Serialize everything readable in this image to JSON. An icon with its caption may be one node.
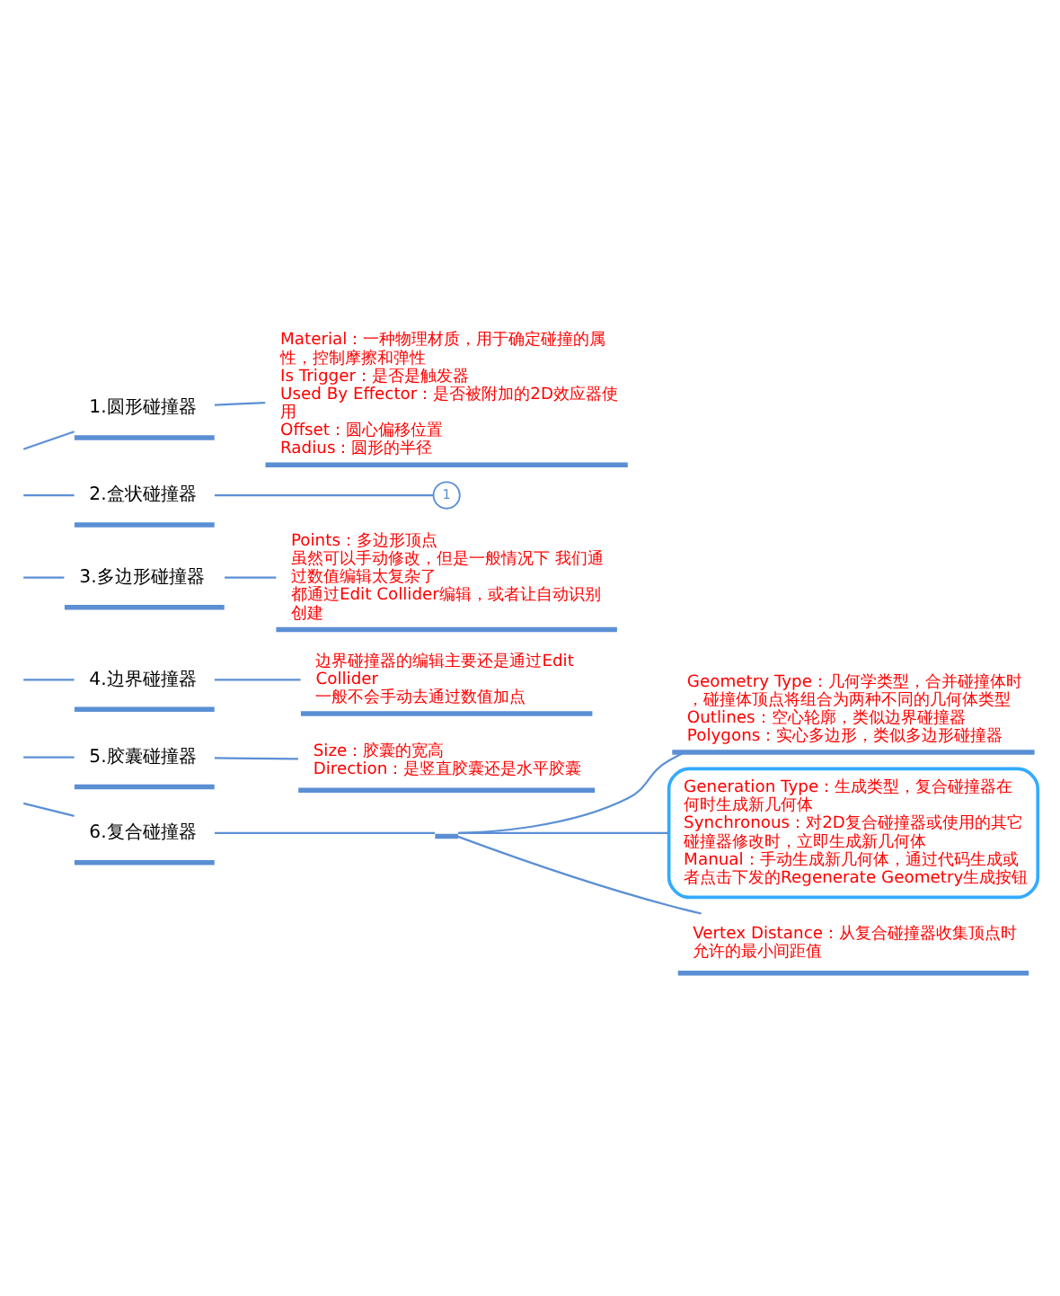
{
  "diagram": {
    "nodes": [
      {
        "text": [
          "1.圆形碰撞器"
        ]
      },
      {
        "text": [
          "Material：一种物理材质，用于确定碰撞的属性，控制摩擦和弹性",
          "Is Trigger：是否是触发器",
          "Used By Effector：是否被附加的2D效应器使用",
          "Offset：圆心偏移位置",
          "Radius：圆形的半径"
        ]
      },
      {
        "text": [
          "2.盒状碰撞器"
        ]
      },
      {
        "text": [
          "1"
        ]
      },
      {
        "text": [
          "3.多边形碰撞器"
        ]
      },
      {
        "text": [
          "Points：多边形顶点",
          "虽然可以手动修改，但是一般情况下 我们通过数值编辑太复杂了",
          "都通过Edit Collider编辑，或者让自动识别创建"
        ]
      },
      {
        "text": [
          "4.边界碰撞器"
        ]
      },
      {
        "text": [
          "边界碰撞器的编辑主要还是通过Edit Collider",
          "一般不会手动去通过数值加点"
        ]
      },
      {
        "text": [
          "5.胶囊碰撞器"
        ]
      },
      {
        "text": [
          "Size：胶囊的宽高",
          "Direction：是竖直胶囊还是水平胶囊"
        ]
      },
      {
        "text": [
          "6.复合碰撞器"
        ]
      },
      {
        "text": [],
        "shape": "bar"
      },
      {
        "text": [
          "Geometry Type：几何学类型，合并碰撞体时，碰撞体顶点将组合为两种不同的几何体类型",
          "Outlines：空心轮廓，类似边界碰撞器",
          "Polygons：实心多边形，类似多边形碰撞器"
        ]
      },
      {
        "text": [
          "Generation Type：生成类型，复合碰撞器在何时生成新几何体",
          "Synchronous：对2D复合碰撞器或使用的其它碰撞器修改时，立即生成新几何体",
          "Manual：手动生成新几何体，通过代码生成或者点击下发的Regenerate Geometry生成按钮"
        ]
      },
      {
        "text": [
          "Vertex Distance：从复合碰撞器收集顶点时允许的最小间距值"
        ]
      }
    ],
    "edges": [
      {
        "from": null,
        "to": 0,
        "arrow": "none"
      },
      {
        "from": 0,
        "to": 1,
        "arrow": "none"
      },
      {
        "from": null,
        "to": 2,
        "arrow": "none"
      },
      {
        "from": 2,
        "to": 3,
        "arrow": "none"
      },
      {
        "from": null,
        "to": 4,
        "arrow": "none"
      },
      {
        "from": 4,
        "to": 5,
        "arrow": "none"
      },
      {
        "from": null,
        "to": 6,
        "arrow": "none"
      },
      {
        "from": 6,
        "to": 7,
        "arrow": "none"
      },
      {
        "from": null,
        "to": 8,
        "arrow": "none"
      },
      {
        "from": 8,
        "to": 9,
        "arrow": "none"
      },
      {
        "from": null,
        "to": 10,
        "arrow": "none"
      },
      {
        "from": 10,
        "to": 11,
        "arrow": "none"
      },
      {
        "from": 11,
        "to": 12,
        "arrow": "none"
      },
      {
        "from": 11,
        "to": 13,
        "arrow": "none"
      },
      {
        "from": 11,
        "to": 14,
        "arrow": "none"
      }
    ]
  }
}
